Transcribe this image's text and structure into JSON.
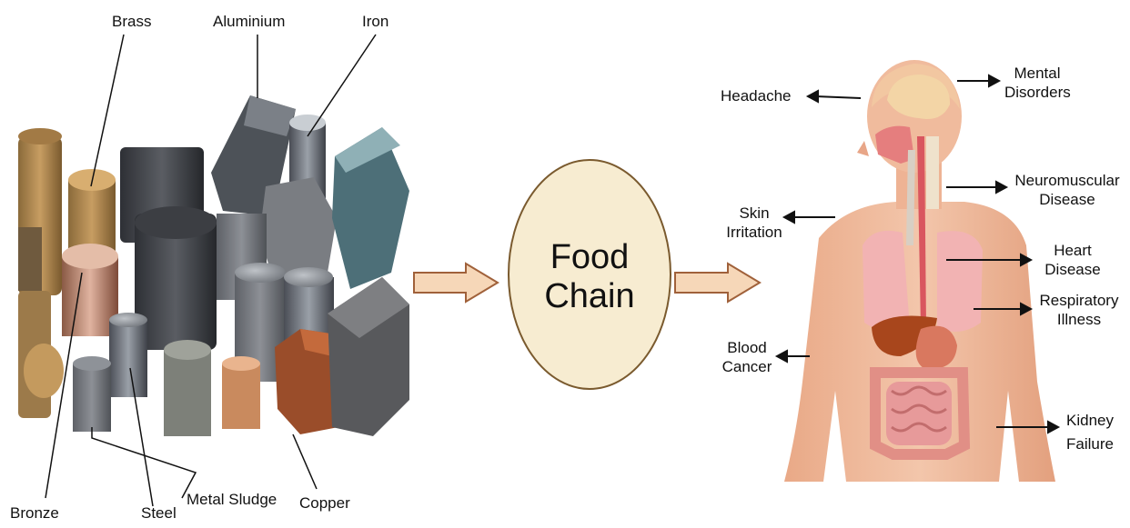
{
  "metals": {
    "brass": "Brass",
    "aluminium": "Aluminium",
    "iron": "Iron",
    "bronze": "Bronze",
    "steel": "Steel",
    "metal_sludge": "Metal Sludge",
    "copper": "Copper"
  },
  "center": {
    "line1": "Food",
    "line2": "Chain"
  },
  "effects": {
    "headache": "Headache",
    "mental_1": "Mental",
    "mental_2": "Disorders",
    "neuro_1": "Neuromuscular",
    "neuro_2": "Disease",
    "skin_1": "Skin",
    "skin_2": "Irritation",
    "heart_1": "Heart",
    "heart_2": "Disease",
    "resp_1": "Respiratory",
    "resp_2": "Illness",
    "blood_1": "Blood",
    "blood_2": "Cancer",
    "kidney_1": "Kidney",
    "kidney_2": "Failure"
  },
  "colors": {
    "arrow_fill": "#f6d7b8",
    "arrow_stroke": "#a0613a",
    "ellipse_fill": "#f7ecd1",
    "ellipse_stroke": "#7a5a2e",
    "skin": "#efb99a",
    "lungs": "#f2b3b3",
    "liver": "#a8461c",
    "intestine": "#e79a9a"
  }
}
